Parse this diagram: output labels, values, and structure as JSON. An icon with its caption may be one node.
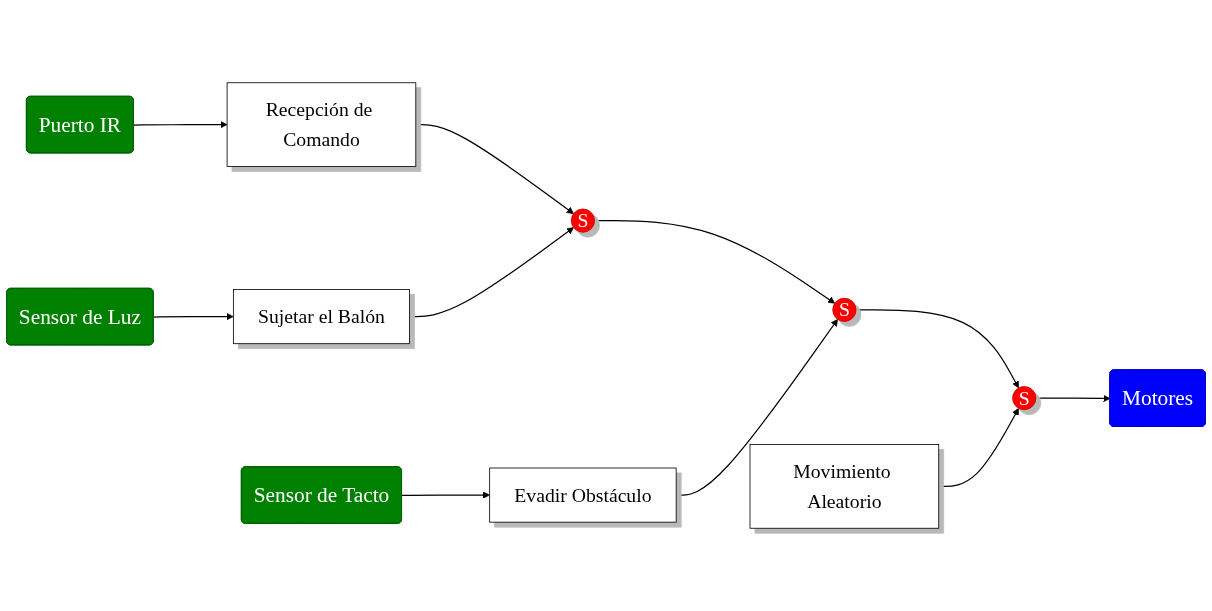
{
  "diagram": {
    "nodes": [
      {
        "text": [
          "Puerto IR"
        ]
      },
      {
        "text": [
          "Recepción de Comando"
        ]
      },
      {
        "text": [
          "Sensor de Luz"
        ]
      },
      {
        "text": [
          "Sujetar el Balón"
        ]
      },
      {
        "text": [
          "S"
        ]
      },
      {
        "text": [
          "Sensor de Tacto"
        ]
      },
      {
        "text": [
          "Evadir Obstáculo"
        ]
      },
      {
        "text": [
          "S"
        ]
      },
      {
        "text": [
          "Movimiento Aleatorio"
        ]
      },
      {
        "text": [
          "S"
        ]
      },
      {
        "text": [
          "Motores"
        ]
      }
    ],
    "edges": [
      {
        "from": 0,
        "to": 1,
        "arrow": "to"
      },
      {
        "from": 1,
        "to": 4,
        "arrow": "to"
      },
      {
        "from": 2,
        "to": 3,
        "arrow": "to"
      },
      {
        "from": 3,
        "to": 4,
        "arrow": "to"
      },
      {
        "from": 4,
        "to": 7,
        "arrow": "to"
      },
      {
        "from": 5,
        "to": 6,
        "arrow": "to"
      },
      {
        "from": 6,
        "to": 7,
        "arrow": "to"
      },
      {
        "from": 7,
        "to": 9,
        "arrow": "to"
      },
      {
        "from": 8,
        "to": 9,
        "arrow": "to"
      },
      {
        "from": 9,
        "to": 10,
        "arrow": "to"
      }
    ]
  }
}
